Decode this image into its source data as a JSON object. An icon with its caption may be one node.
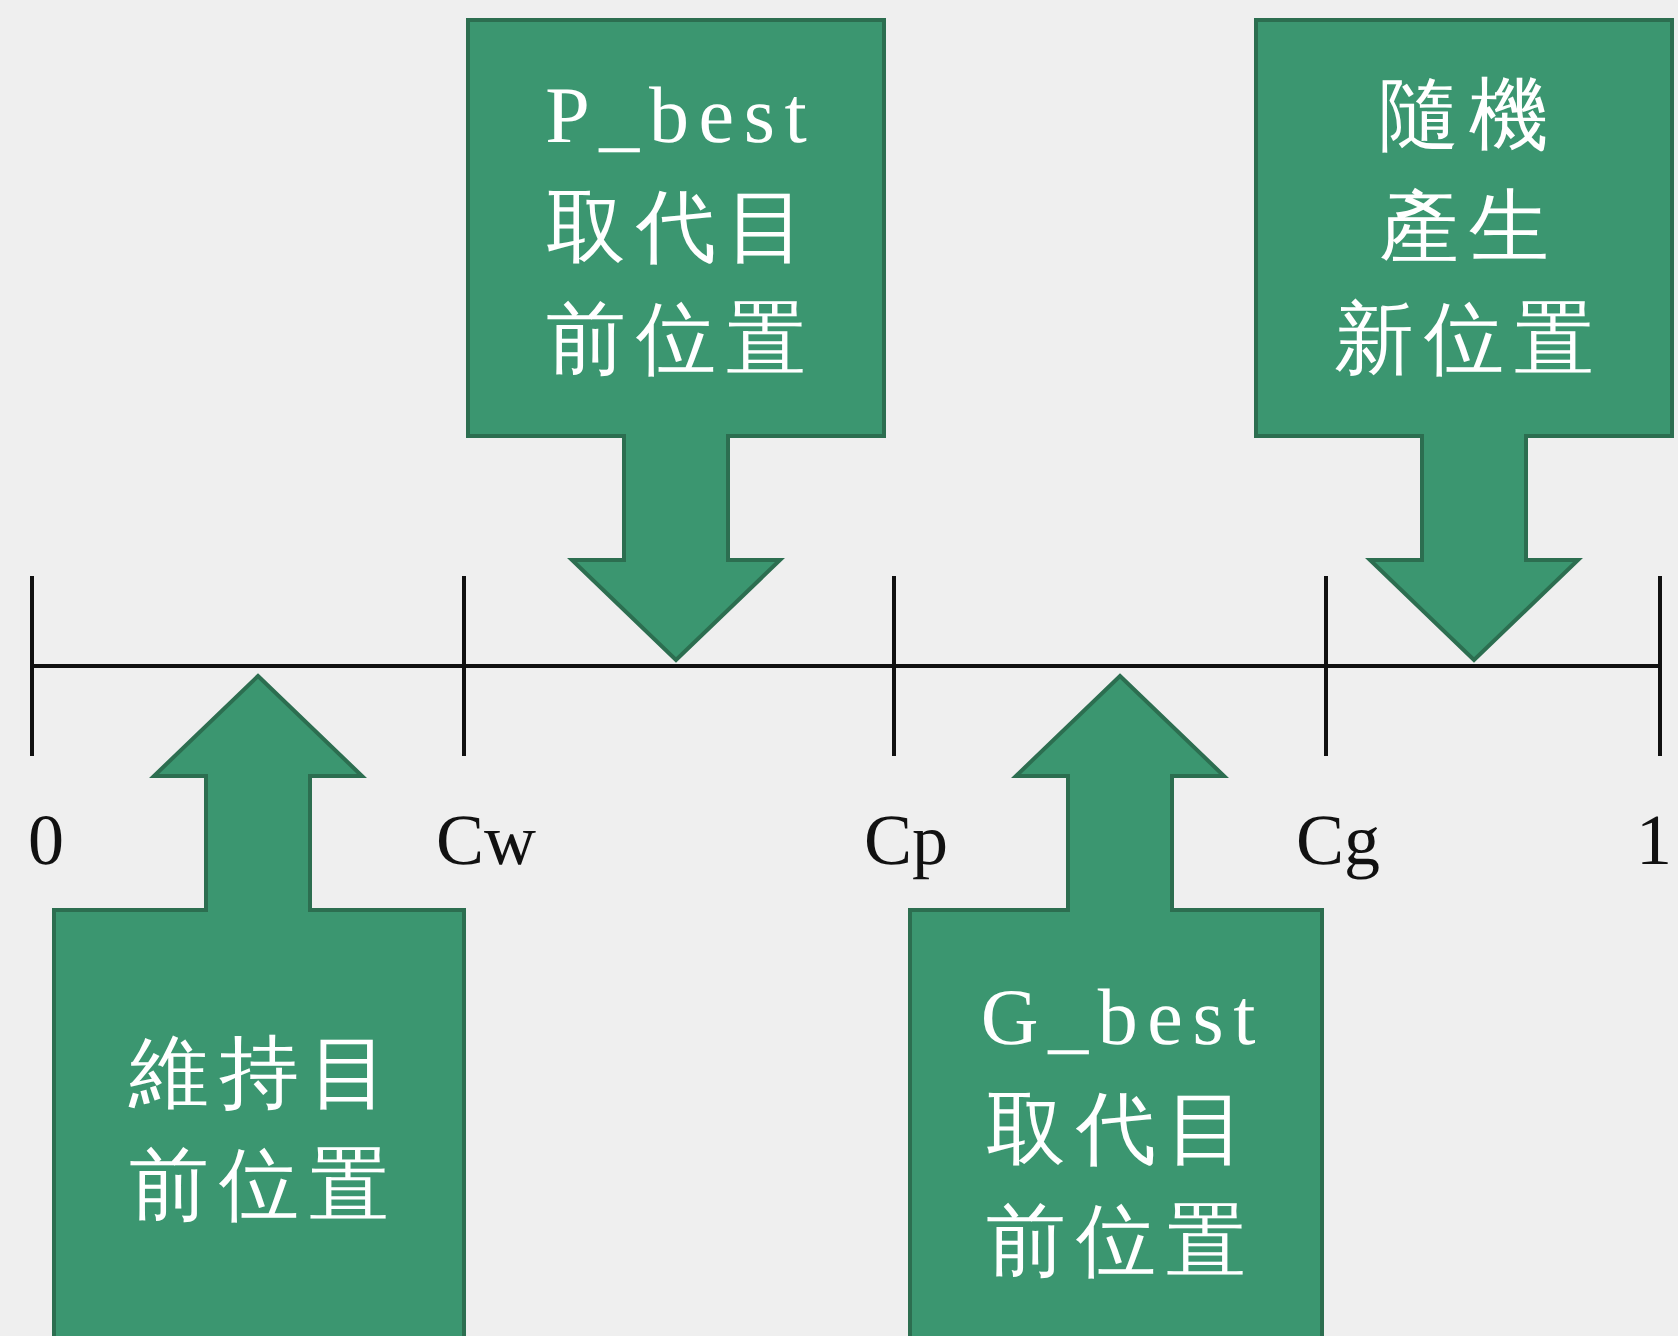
{
  "diagram": {
    "nodes": [
      {
        "text": [
          "P_best",
          "取代目前位置"
        ]
      },
      {
        "text": [
          "隨機",
          "產生",
          "新位置"
        ]
      },
      {
        "text": [
          "維持目前位置"
        ]
      },
      {
        "text": [
          "G_best",
          "取代目前位置"
        ]
      }
    ],
    "labels": [
      "0",
      "Cw",
      "Cp",
      "Cg",
      "1"
    ]
  }
}
